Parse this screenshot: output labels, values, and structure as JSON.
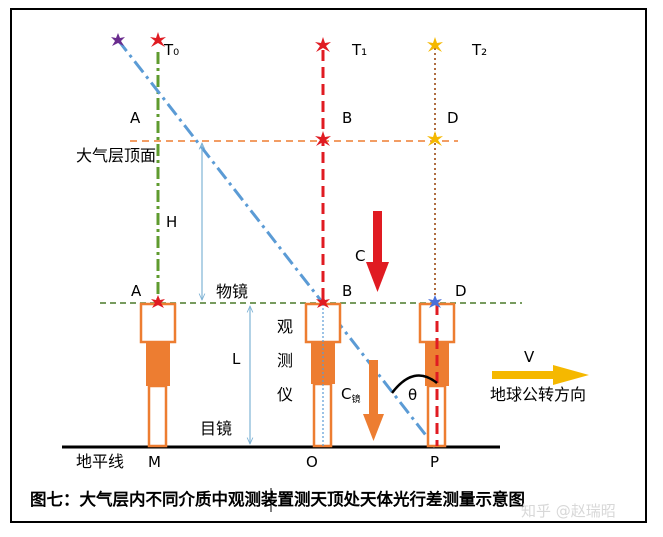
{
  "labels": {
    "t0": "T₀",
    "t1": "T₁",
    "t2": "T₂",
    "a_top": "A",
    "b_top": "B",
    "d_top": "D",
    "atmosphere_top": "大气层顶面",
    "h": "H",
    "c": "C",
    "a_low": "A",
    "b_low": "B",
    "d_low": "D",
    "objective": "物镜",
    "instrument_1": "观",
    "instrument_2": "测",
    "instrument_3": "仪",
    "l": "L",
    "c_mirror": "C",
    "c_mirror_sub": "镜",
    "theta": "θ",
    "v": "V",
    "earth_orbit_direction": "地球公转方向",
    "eyepiece": "目镜",
    "horizon": "地平线",
    "m": "M",
    "o": "O",
    "p": "P"
  },
  "caption": "图七：大气层内不同介质中观测装置测天顶处天体光行差测量示意图",
  "watermark": "知乎 @赵瑞昭",
  "colors": {
    "red": "#e01b22",
    "green": "#5f9b2f",
    "blue_dashdot": "#5b9bd5",
    "orange": "#ed7d31",
    "yellow": "#f5b800",
    "purple": "#6a2c8e",
    "brown": "#9b4a14",
    "dark_green": "#4a7a2a",
    "light_blue": "#7fb3d5"
  }
}
